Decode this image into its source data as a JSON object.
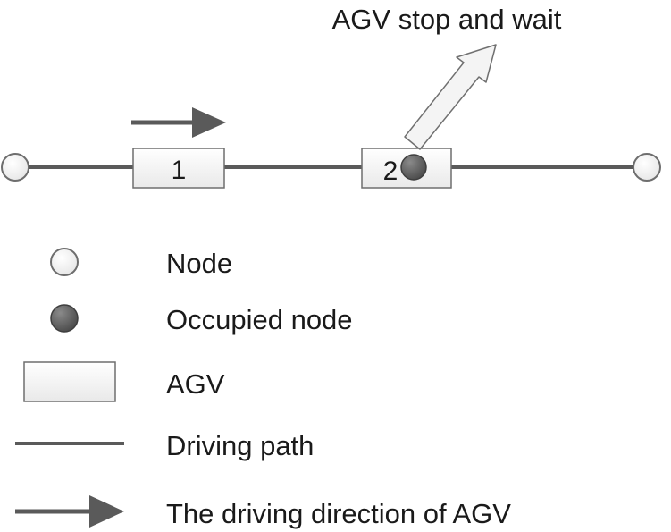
{
  "diagram": {
    "annotation": "AGV stop and wait",
    "agvs": [
      {
        "label": "1"
      },
      {
        "label": "2"
      }
    ]
  },
  "legend": {
    "items": [
      {
        "label": "Node",
        "symbol": "empty-node-icon"
      },
      {
        "label": "Occupied node",
        "symbol": "occupied-node-icon"
      },
      {
        "label": "AGV",
        "symbol": "agv-rectangle-icon"
      },
      {
        "label": "Driving path",
        "symbol": "path-line-icon"
      },
      {
        "label": "The driving direction of AGV",
        "symbol": "direction-arrow-icon"
      }
    ]
  },
  "colors": {
    "path": "#5a5a5a",
    "occupied_node": "#555555",
    "empty_node": "#f7f7f7",
    "outline": "#6e6e6e",
    "agv_fill_top": "#ffffff",
    "agv_fill_bottom": "#e9e9e9",
    "hollow_arrow_fill": "#f4f4f4"
  }
}
